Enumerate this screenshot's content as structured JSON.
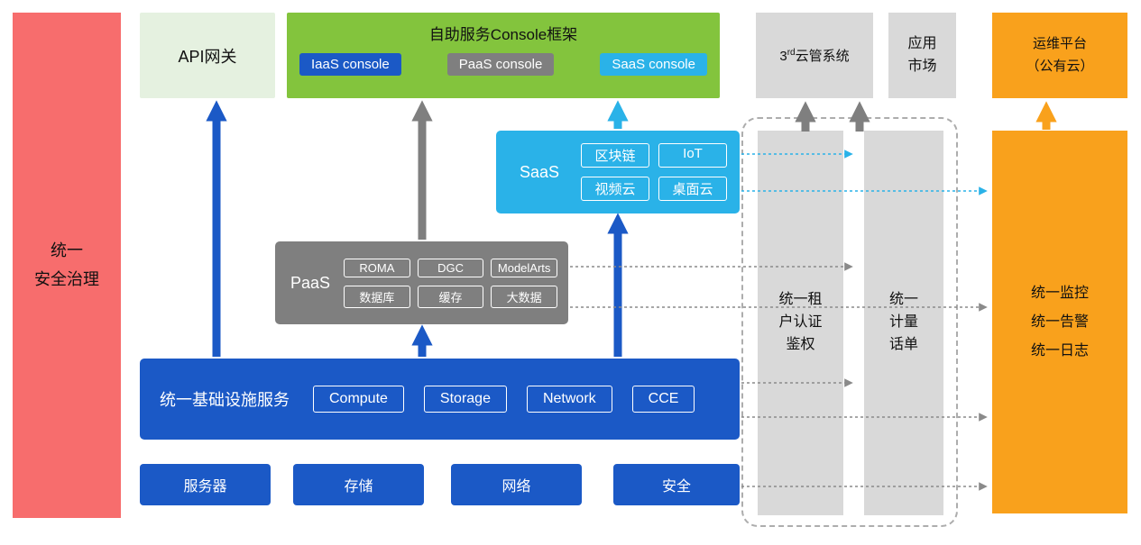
{
  "colors": {
    "blue": "#1b59c6",
    "cyan": "#2ab2e8",
    "green": "#83c43d",
    "lgreen": "#e5f1e0",
    "gray": "#d9d9d9",
    "dgray": "#7f7f7f",
    "orange": "#f9a11c",
    "red": "#f76d6d",
    "dline": "#8a8a8a"
  },
  "left_bar": {
    "label": "统一\n安全治理"
  },
  "top_row": {
    "api_gateway": "API网关",
    "console_title": "自助服务Console框架",
    "consoles": [
      "IaaS console",
      "PaaS console",
      "SaaS console"
    ],
    "third_party": {
      "prefix": "3",
      "sup": "rd",
      "suffix": "云管系统"
    },
    "app_market": "应用\n市场",
    "om_platform": "运维平台\n（公有云）"
  },
  "layers": {
    "saas": {
      "label": "SaaS",
      "items": [
        "区块链",
        "IoT",
        "视频云",
        "桌面云"
      ]
    },
    "paas": {
      "label": "PaaS",
      "items": [
        "ROMA",
        "DGC",
        "ModelArts",
        "数据库",
        "缓存",
        "大数据"
      ]
    },
    "iaas": {
      "label": "统一基础设施服务",
      "items": [
        "Compute",
        "Storage",
        "Network",
        "CCE"
      ]
    },
    "hardware": [
      "服务器",
      "存储",
      "网络",
      "安全"
    ]
  },
  "right_col": {
    "auth": "统一租\n户认证\n鉴权",
    "metering": "统一\n计量\n话单",
    "monitoring": "统一监控\n统一告警\n统一日志"
  }
}
